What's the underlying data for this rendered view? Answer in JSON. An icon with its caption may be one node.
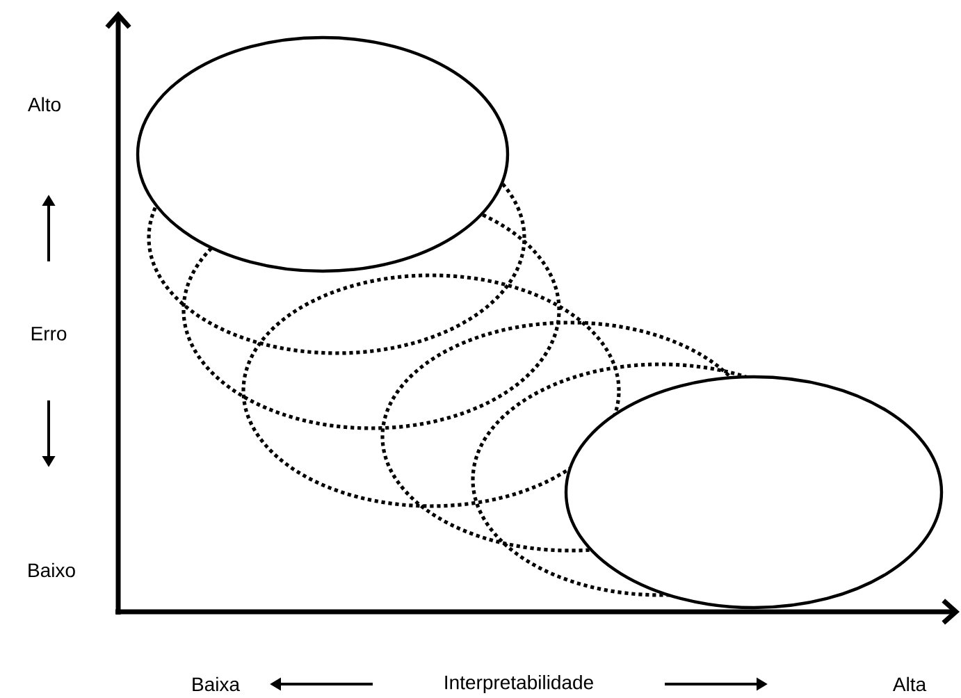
{
  "diagram": {
    "nodes": [
      {
        "text": [],
        "shape": "ellipse"
      },
      {
        "text": [],
        "shape": "ellipse"
      },
      {
        "text": [],
        "shape": "ellipse"
      },
      {
        "text": [],
        "shape": "ellipse"
      },
      {
        "text": [],
        "shape": "ellipse"
      },
      {
        "text": [],
        "shape": "ellipse"
      },
      {
        "text": [],
        "shape": "ellipse"
      }
    ],
    "edges": [],
    "labels": [
      "Alto",
      "Erro",
      "Baixo",
      "Baixa",
      "Interpretabilidade",
      "Alta"
    ]
  }
}
